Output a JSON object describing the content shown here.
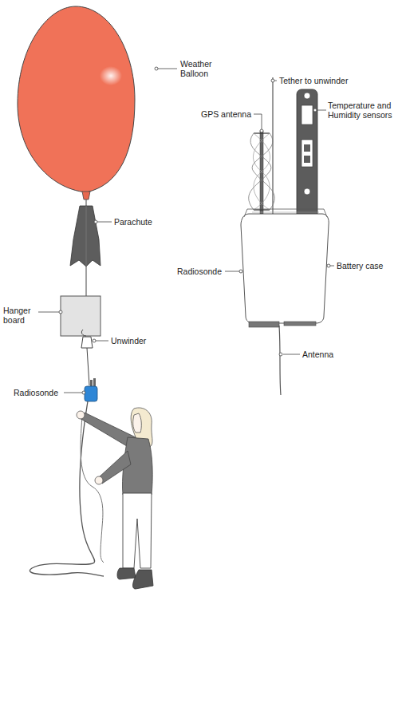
{
  "diagram": {
    "labels": [
      "Weather Balloon",
      "Parachute",
      "Hanger board",
      "Unwinder",
      "Radiosonde",
      "Tether to unwinder",
      "GPS antenna",
      "Temperature and Humidity sensors",
      "Radiosonde",
      "Battery case",
      "Antenna"
    ]
  }
}
